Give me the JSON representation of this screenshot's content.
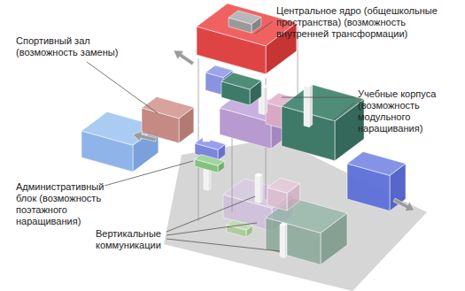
{
  "diagram": {
    "labels": [
      "Центральное ядро (общешкольные пространства) (возможность внутренней трансформации)",
      "Спортивный зал (возможность замены)",
      "Учебные корпуса (возможность модульного наращивания)",
      "Административный блок (возможность поэтажного наращивания)",
      "Вертикальные коммуникации"
    ]
  }
}
